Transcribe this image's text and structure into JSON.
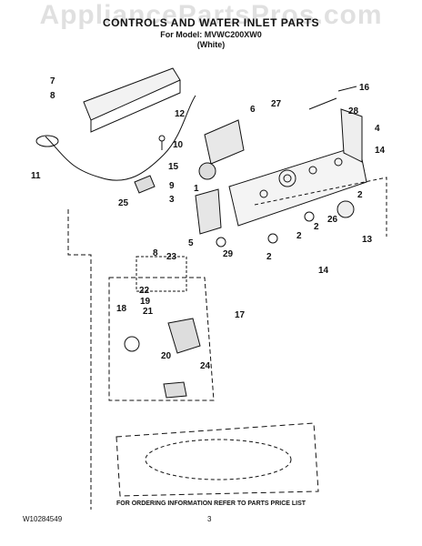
{
  "watermark": "AppliancePartsPros.com",
  "title": "CONTROLS AND WATER INLET PARTS",
  "model_line": "For Model: MVWC200XW0",
  "color_line": "(White)",
  "footer_note": "FOR ORDERING INFORMATION REFER TO PARTS PRICE LIST",
  "doc_number": "W10284549",
  "page_number": "3",
  "callouts": [
    "7",
    "8",
    "11",
    "12",
    "10",
    "27",
    "6",
    "15",
    "9",
    "1",
    "3",
    "25",
    "16",
    "28",
    "4",
    "14",
    "2",
    "26",
    "13",
    "2",
    "2",
    "5",
    "29",
    "2",
    "14",
    "8",
    "23",
    "22",
    "19",
    "17",
    "18",
    "21",
    "20",
    "24"
  ]
}
